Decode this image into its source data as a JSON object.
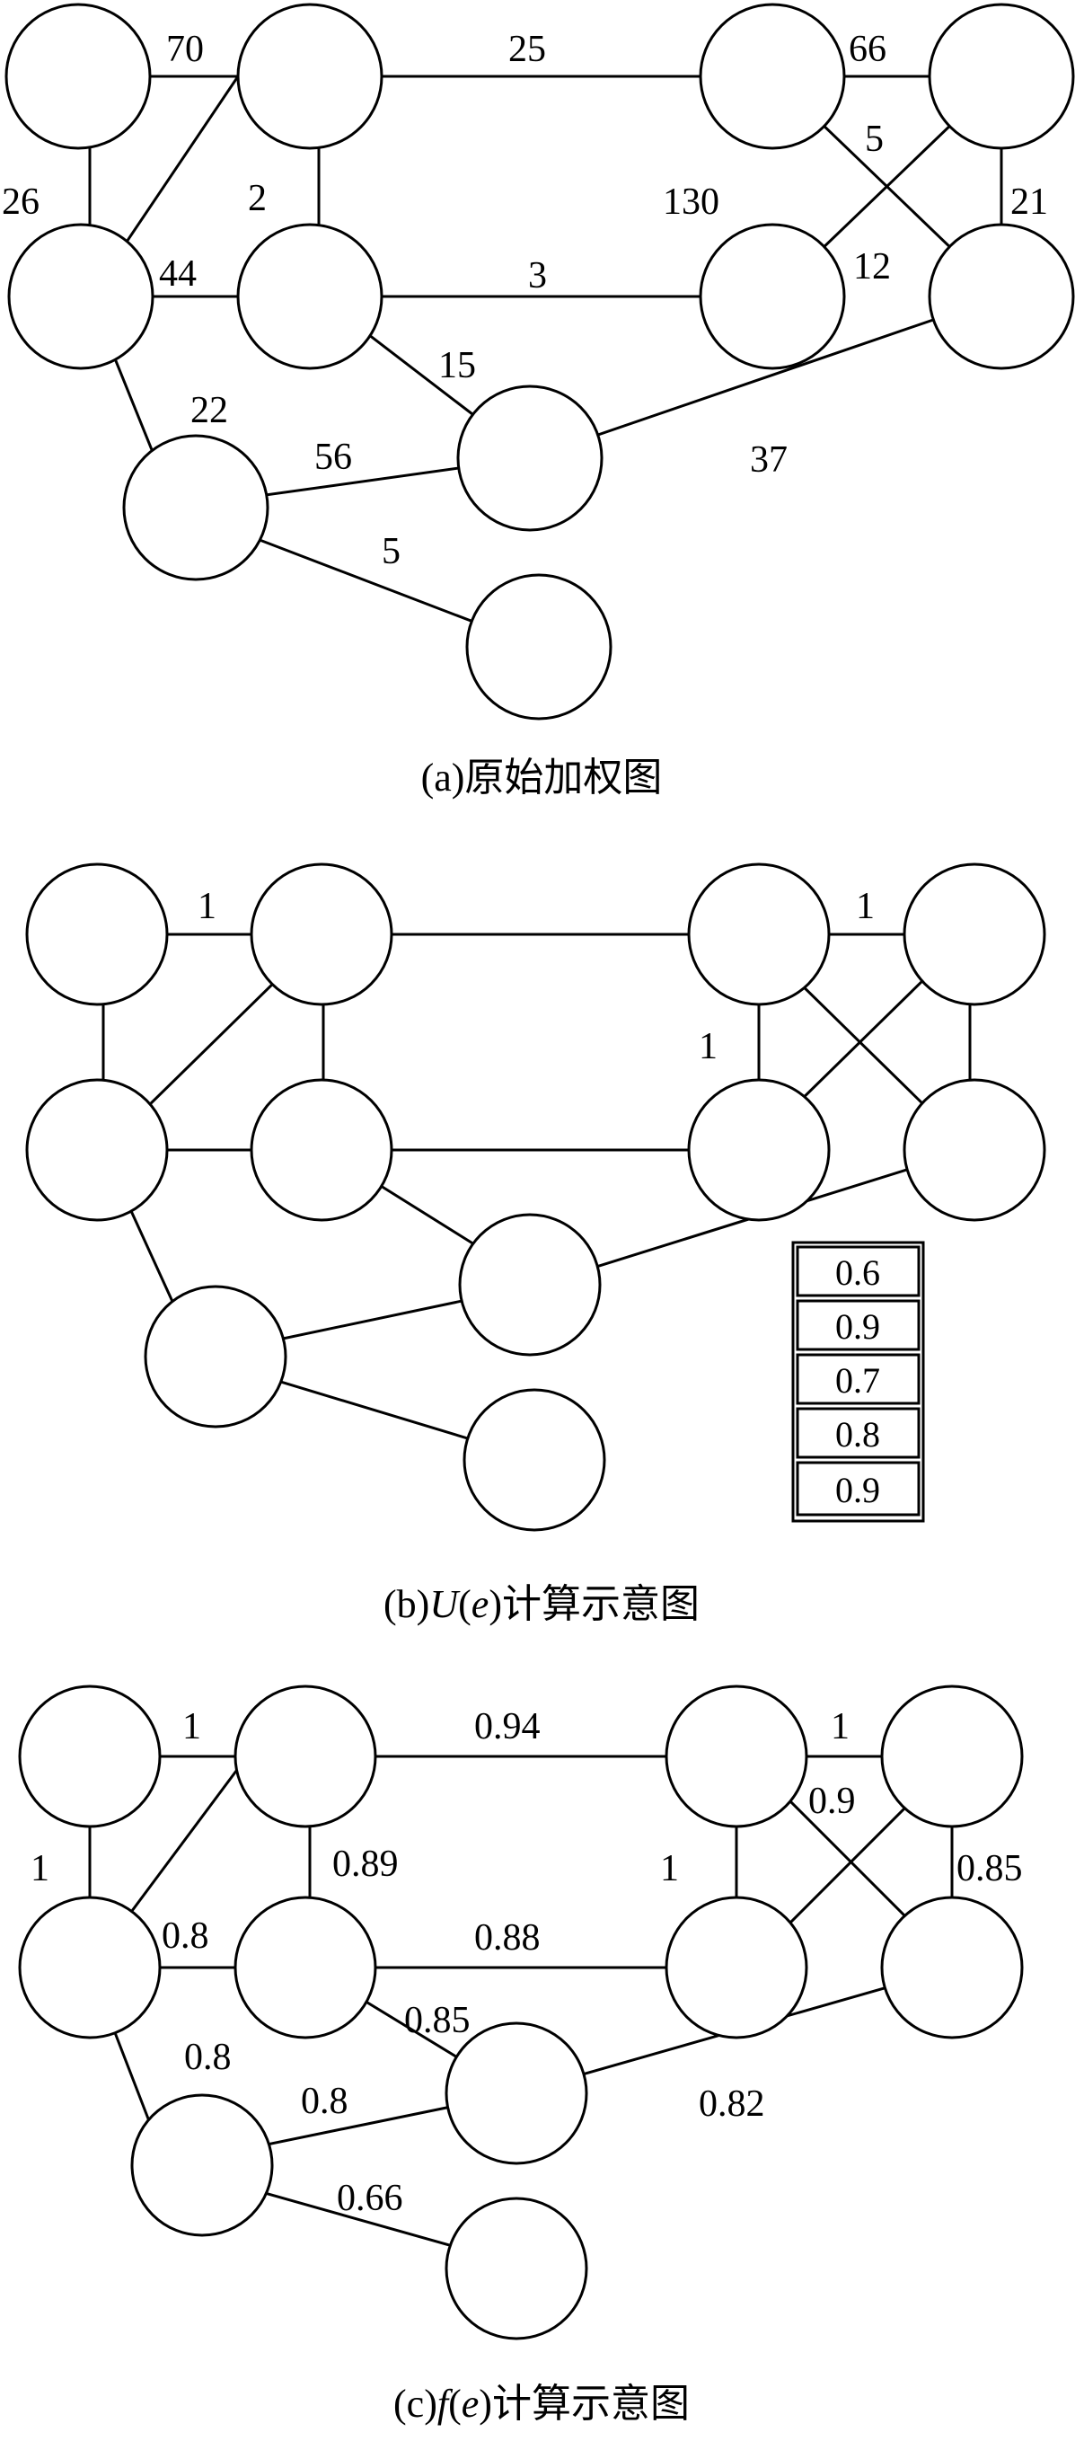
{
  "panels": [
    {
      "id": "a",
      "caption": "(a)原始加权图",
      "labels": [
        "70",
        "26",
        "2",
        "44",
        "22",
        "15",
        "56",
        "5",
        "25",
        "3",
        "37",
        "66",
        "5",
        "130",
        "12",
        "21"
      ]
    },
    {
      "id": "b",
      "caption": {
        "prefix": "(b)",
        "U": "U",
        "open": "(",
        "e": "e",
        "close": ")",
        "suffix": "计算示意图"
      },
      "labels": [
        "1",
        "1",
        "1"
      ],
      "table": [
        "0.6",
        "0.9",
        "0.7",
        "0.8",
        "0.9"
      ]
    },
    {
      "id": "c",
      "caption": {
        "prefix": "(c)",
        "f": "f",
        "open": "(",
        "e": "e",
        "close": ")",
        "suffix": "计算示意图"
      },
      "labels": [
        "1",
        "1",
        "0.89",
        "0.8",
        "0.8",
        "0.85",
        "0.8",
        "0.66",
        "0.94",
        "0.88",
        "0.82",
        "1",
        "0.9",
        "1",
        "0.85"
      ]
    }
  ]
}
